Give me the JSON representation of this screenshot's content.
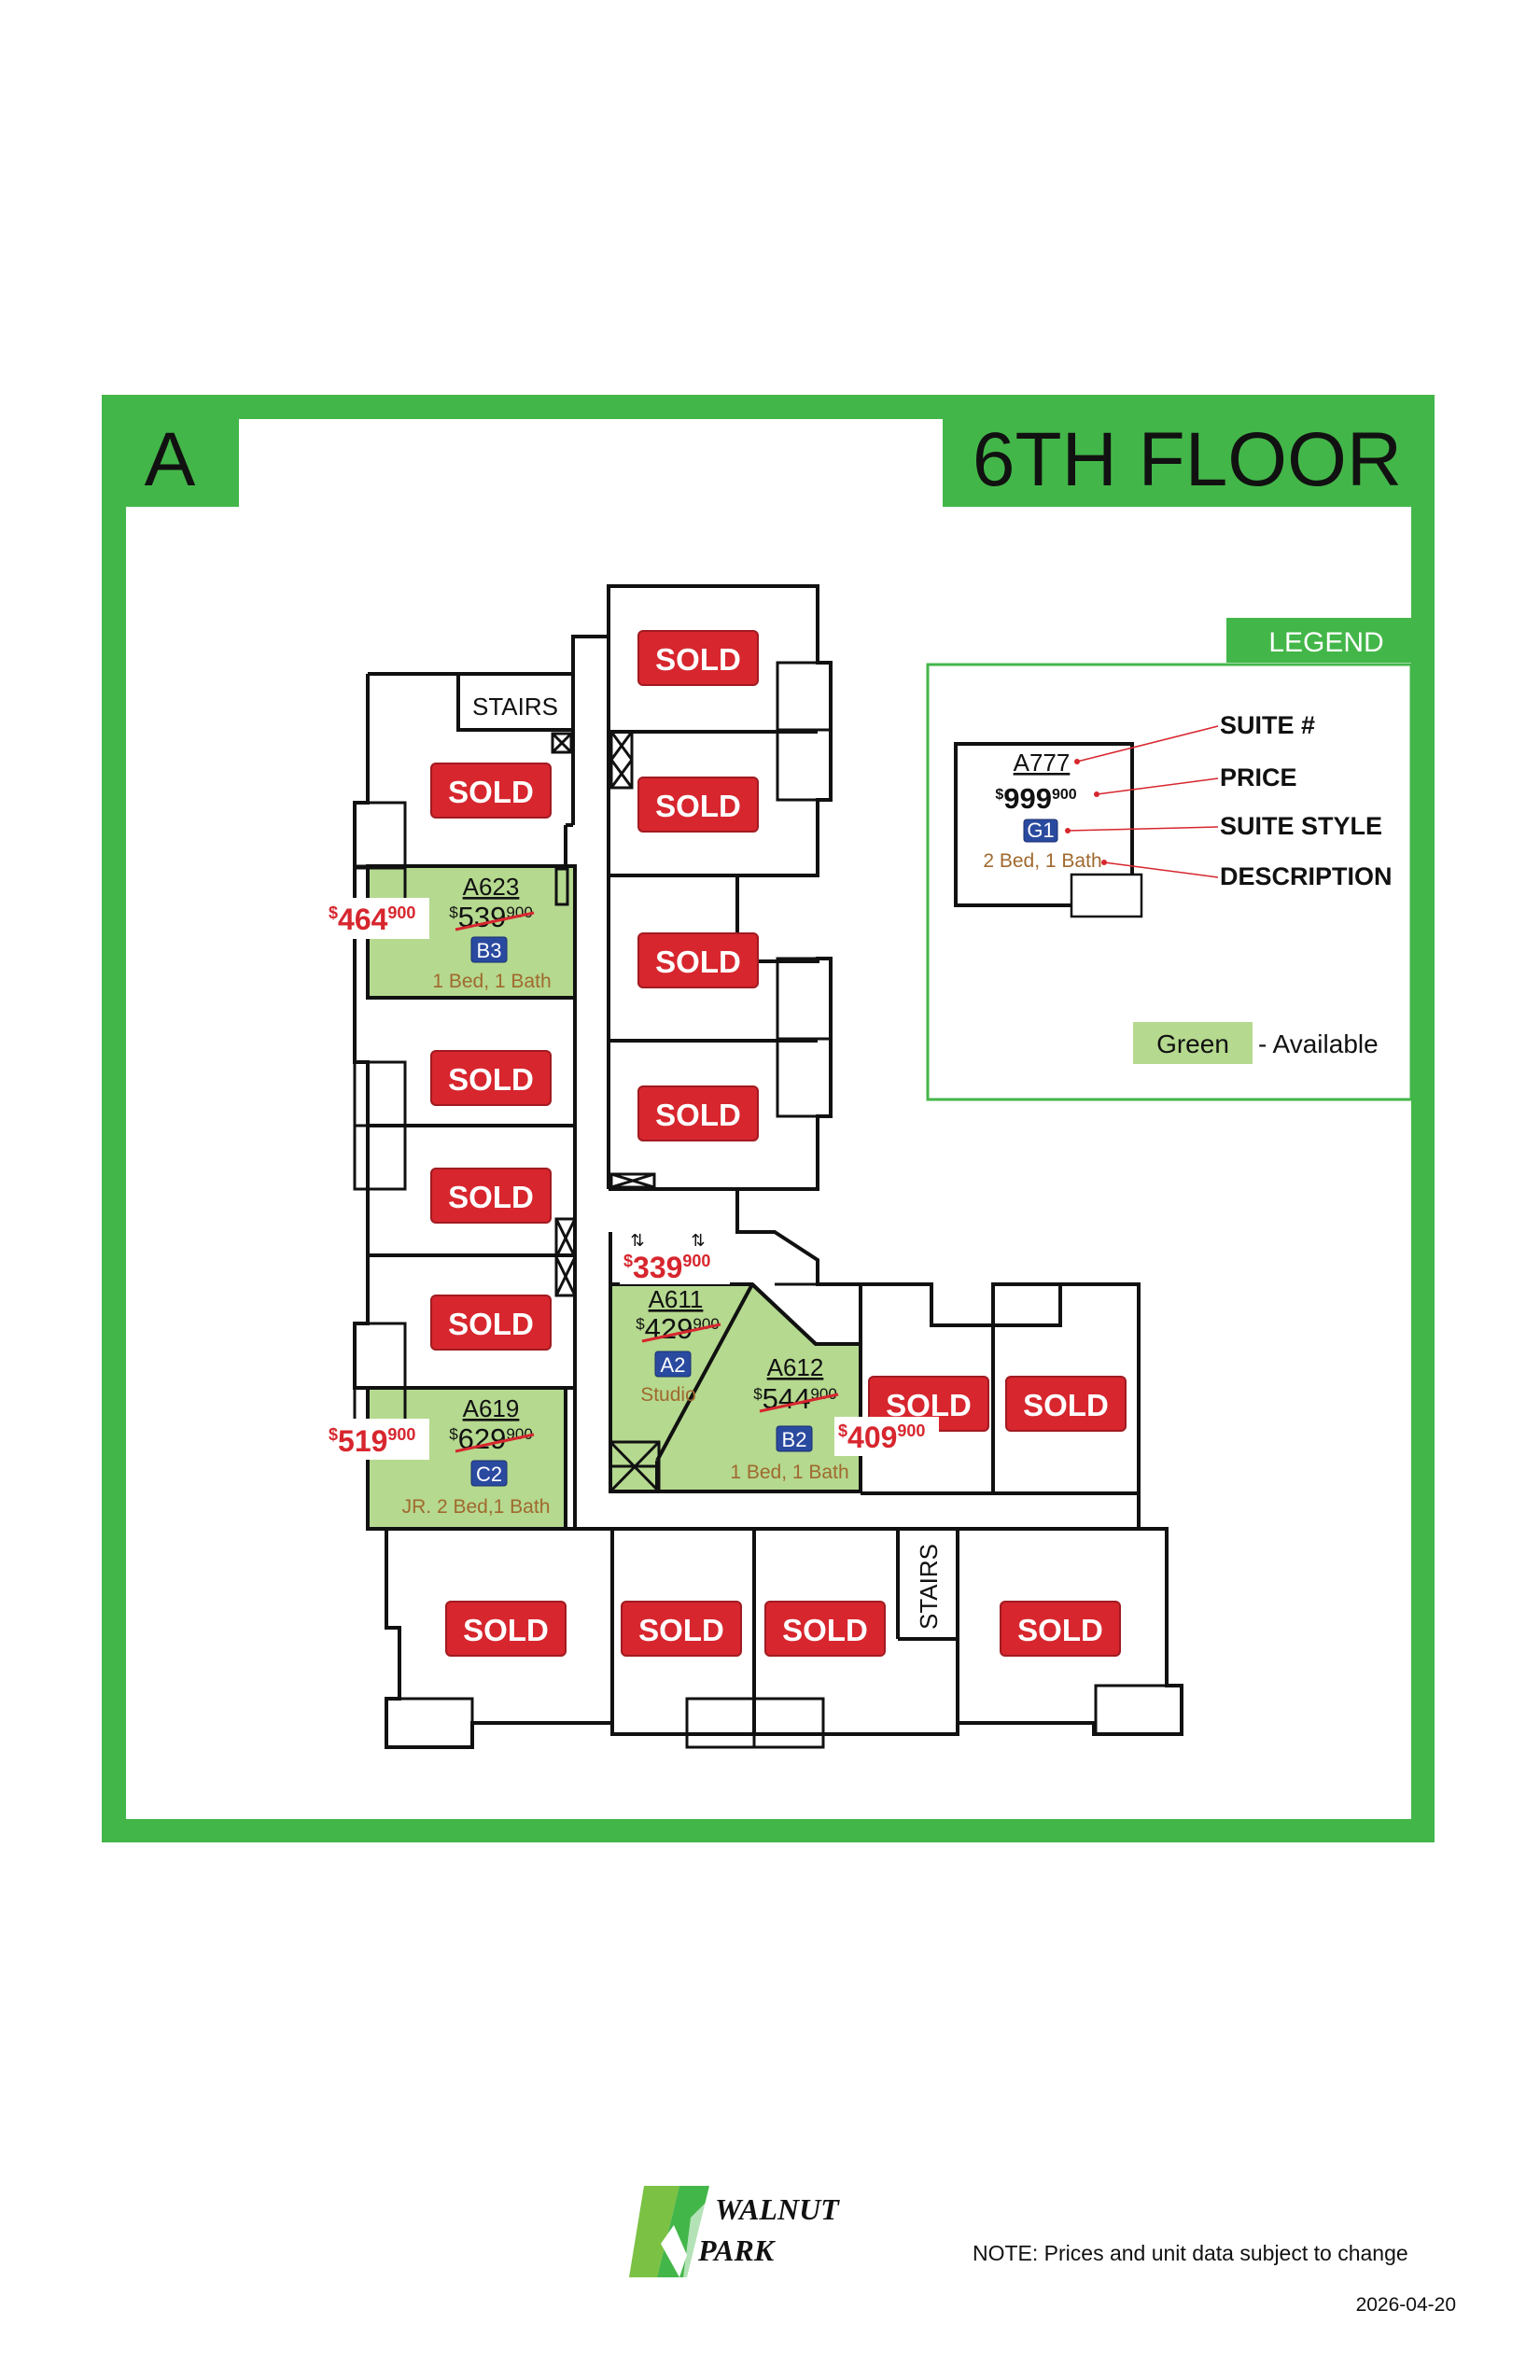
{
  "header": {
    "building": "A",
    "floor": "6TH FLOOR"
  },
  "legend": {
    "title": "LEGEND",
    "sample": {
      "suite": "A777",
      "price_main": "999",
      "price_cents": "900",
      "style": "G1",
      "desc": "2 Bed, 1 Bath"
    },
    "labels": {
      "suite": "SUITE #",
      "price": "PRICE",
      "style": "SUITE STYLE",
      "description": "DESCRIPTION"
    },
    "available_swatch": "Green",
    "available_text": "- Available"
  },
  "sold_label": "SOLD",
  "stairs_label": "STAIRS",
  "dollar": "$",
  "units": {
    "a623": {
      "suite": "A623",
      "old_main": "539",
      "old_cents": "900",
      "new_main": "464",
      "new_cents": "900",
      "style": "B3",
      "desc": "1 Bed, 1 Bath"
    },
    "a619": {
      "suite": "A619",
      "old_main": "629",
      "old_cents": "900",
      "new_main": "519",
      "new_cents": "900",
      "style": "C2",
      "desc": "JR. 2 Bed,1 Bath"
    },
    "a611": {
      "suite": "A611",
      "old_main": "429",
      "old_cents": "900",
      "new_main": "339",
      "new_cents": "900",
      "style": "A2",
      "desc": "Studio"
    },
    "a612": {
      "suite": "A612",
      "old_main": "544",
      "old_cents": "900",
      "new_main": "409",
      "new_cents": "900",
      "style": "B2",
      "desc": "1 Bed, 1 Bath"
    }
  },
  "footer": {
    "brand_line1": "WALNUT",
    "brand_line2": "PARK",
    "note": "NOTE: Prices and unit data subject to change",
    "date": "2026-04-20"
  },
  "colors": {
    "frame_green": "#43b649",
    "available_green": "#b5d98f",
    "sold_red": "#d7262e",
    "style_blue": "#2a4aa0",
    "desc_brown": "#a0692e"
  }
}
